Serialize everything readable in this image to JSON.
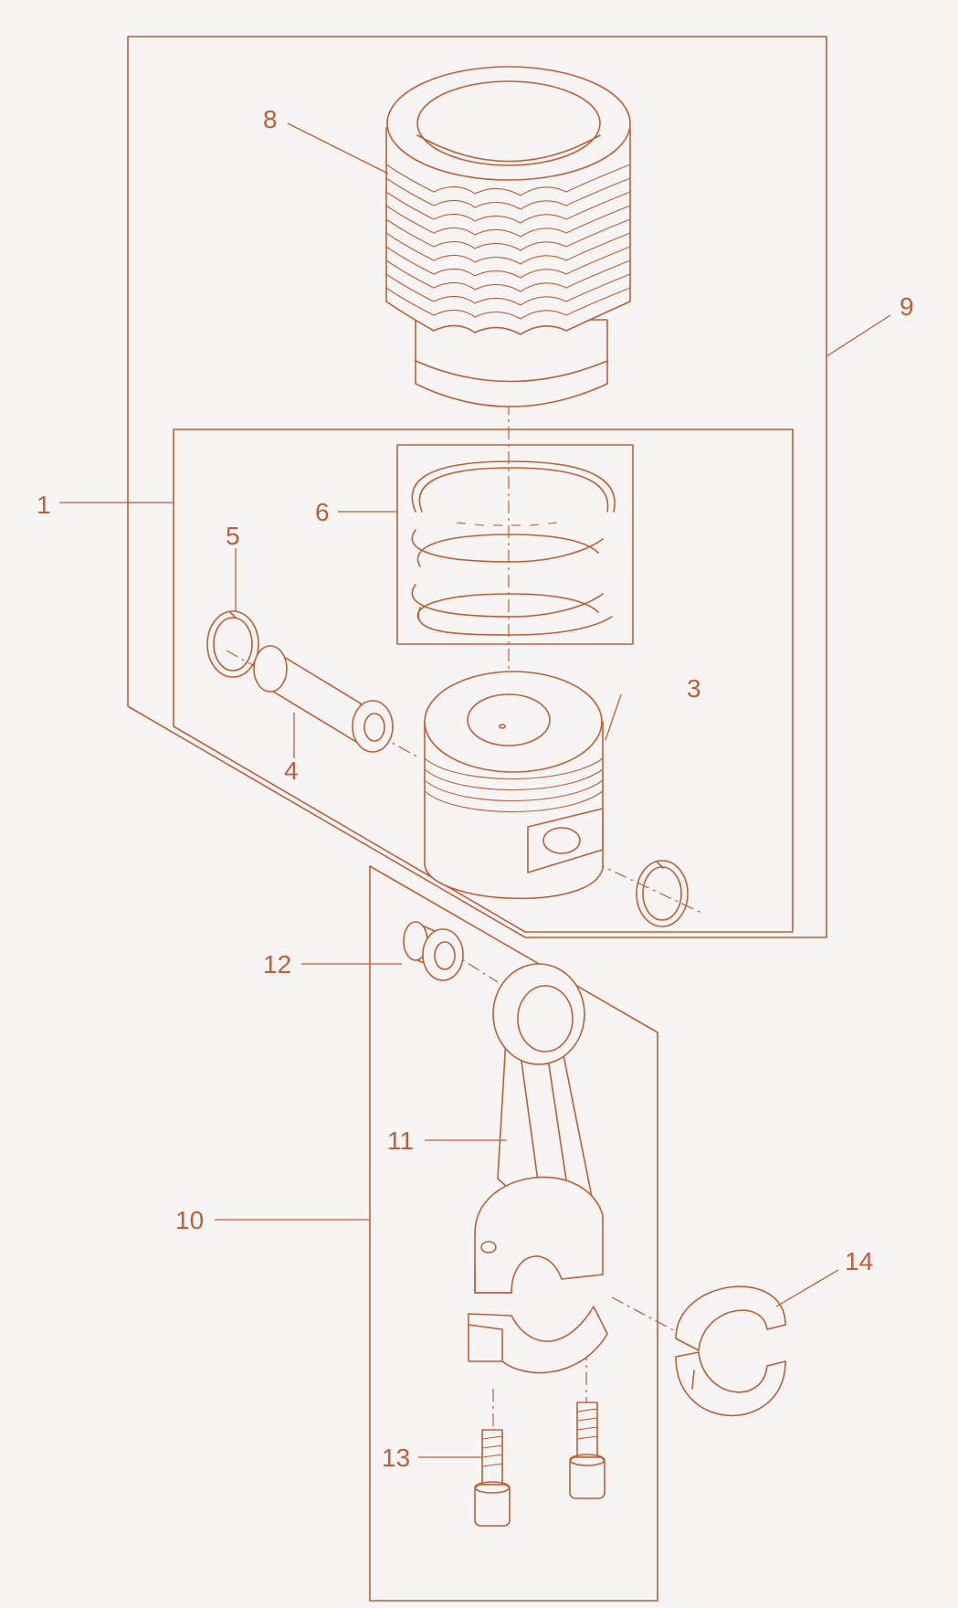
{
  "colors": {
    "ink": "#c25e33",
    "background": "#f7f5f4"
  },
  "callouts": {
    "c1": "1",
    "c3": "3",
    "c4": "4",
    "c5": "5",
    "c6": "6",
    "c8": "8",
    "c9": "9",
    "c10": "10",
    "c11": "11",
    "c12": "12",
    "c13": "13",
    "c14": "14"
  }
}
